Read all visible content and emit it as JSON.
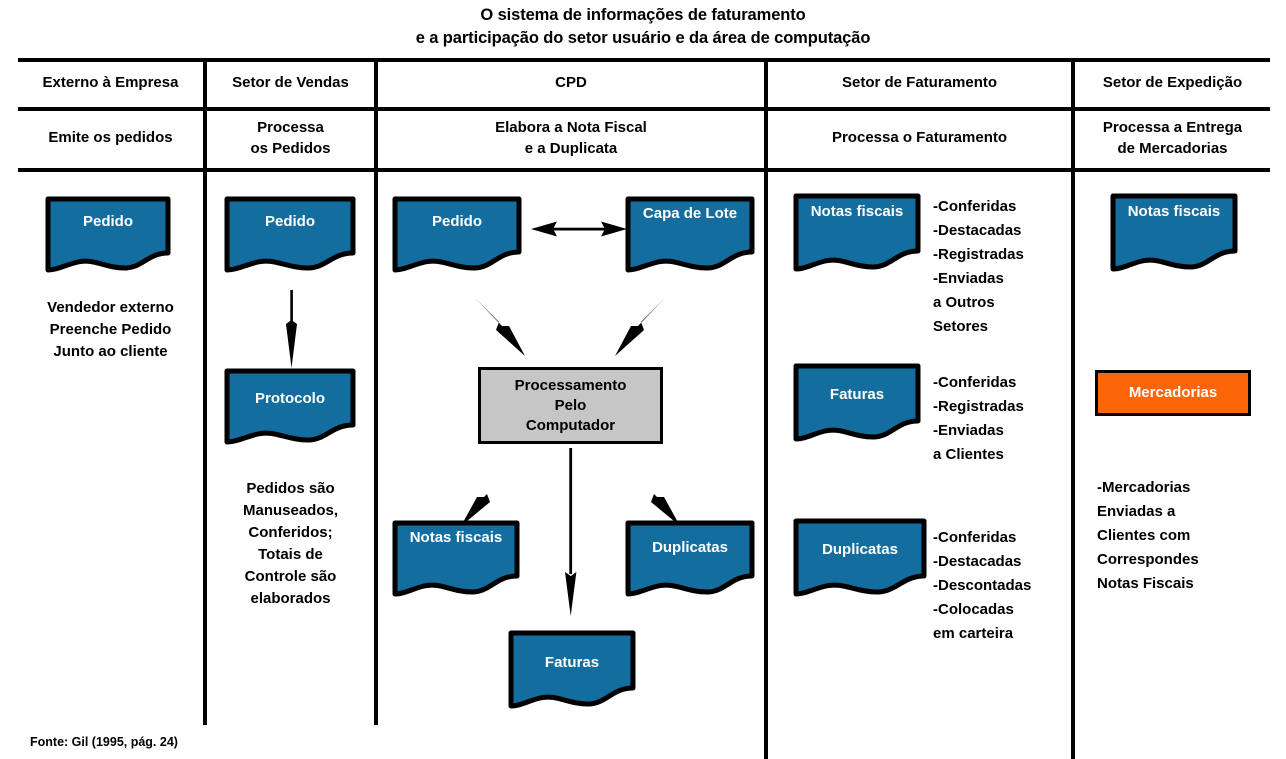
{
  "title": {
    "line1": "O sistema de informações de faturamento",
    "line2": "e a participação do setor usuário e da área de computação"
  },
  "colors": {
    "document_fill": "#136E9F",
    "process_fill": "#c6c6c6",
    "goods_fill": "#fc6508",
    "line": "#000000",
    "document_text": "#ffffff"
  },
  "columns": [
    {
      "header": "Externo à Empresa",
      "subheader": "Emite os pedidos"
    },
    {
      "header": "Setor de Vendas",
      "subheader": "Processa\nos Pedidos"
    },
    {
      "header": "CPD",
      "subheader": "Elabora a Nota Fiscal\ne a Duplicata"
    },
    {
      "header": "Setor de Faturamento",
      "subheader": "Processa o Faturamento"
    },
    {
      "header": "Setor de Expedição",
      "subheader": "Processa a Entrega\nde Mercadorias"
    }
  ],
  "shapes": {
    "c1_pedido": "Pedido",
    "c2_pedido": "Pedido",
    "c2_protocolo": "Protocolo",
    "c3_pedido": "Pedido",
    "c3_capa_de_lote": "Capa\nde Lote",
    "c3_processamento": "Processamento\nPelo\nComputador",
    "c3_notas_fiscais": "Notas\nfiscais",
    "c3_duplicatas": "Duplicatas",
    "c3_faturas": "Faturas",
    "c4_notas_fiscais": "Notas\nfiscais",
    "c4_faturas": "Faturas",
    "c4_duplicatas": "Duplicatas",
    "c5_notas_fiscais": "Notas\nfiscais",
    "c5_mercadorias": "Mercadorias"
  },
  "notes": {
    "c1_note": "Vendedor externo\nPreenche Pedido\nJunto ao cliente",
    "c2_note": "Pedidos são\nManuseados,\nConferidos;\nTotais de\nControle são\nelaborados",
    "c4_notas_list": "-Conferidas\n-Destacadas\n-Registradas\n-Enviadas\n a Outros\n Setores",
    "c4_faturas_list": "-Conferidas\n-Registradas\n-Enviadas\n a Clientes",
    "c4_duplicatas_list": "-Conferidas\n-Destacadas\n-Descontadas\n-Colocadas\n em carteira",
    "c5_note": "-Mercadorias\nEnviadas a\nClientes com\nCorrespondes\nNotas Fiscais"
  },
  "footer": "Fonte: Gil (1995, pág. 24)"
}
